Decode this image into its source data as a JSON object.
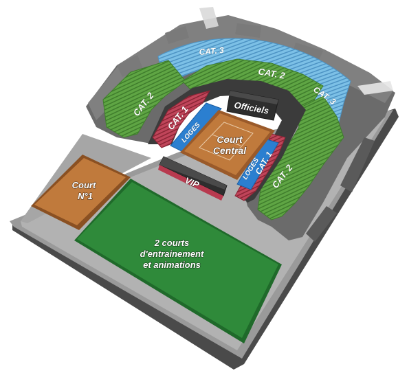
{
  "map": {
    "court_central": {
      "line1": "Court",
      "line2": "Central"
    },
    "court_1": {
      "line1": "Court",
      "line2": "N°1"
    },
    "training": {
      "line1": "2 courts",
      "line2": "d'entrainement",
      "line3": "et animations"
    },
    "officiels": "Officiels",
    "vip": "VIP",
    "loges_left": "LOGES",
    "loges_right": "LOGES",
    "cat1_left": "CAT. 1",
    "cat1_right": "CAT. 1",
    "cat2_left": "CAT. 2",
    "cat2_top": "CAT. 2",
    "cat2_right": "CAT. 2",
    "cat3_top": "CAT. 3",
    "cat3_right": "CAT. 3"
  },
  "colors": {
    "cat1": "#b83a4f",
    "cat2": "#5fa544",
    "cat3": "#6fb6e0",
    "loges": "#2b7fd0",
    "clay": "#c07a3c",
    "grass": "#2f8a3a",
    "concrete": "#8c8c8c",
    "dark": "#3a3a3a"
  }
}
